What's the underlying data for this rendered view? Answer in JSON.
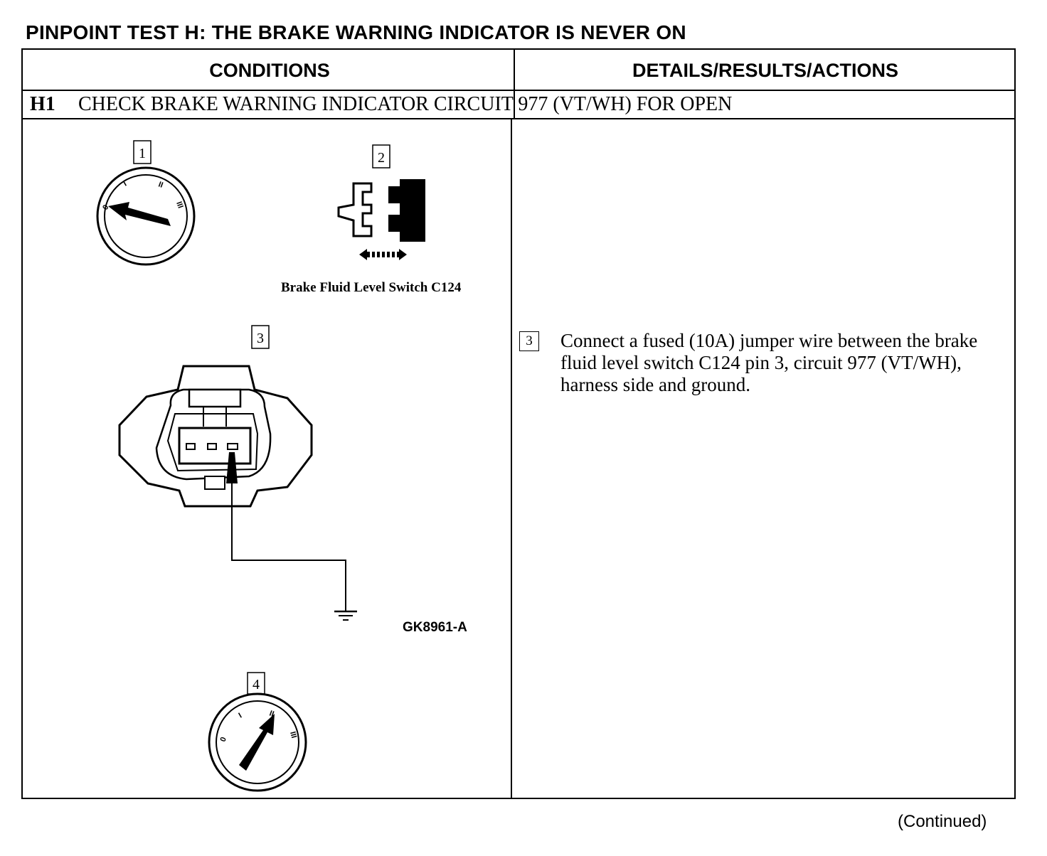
{
  "title": "PINPOINT TEST H: THE BRAKE WARNING INDICATOR IS NEVER ON",
  "table": {
    "headers": {
      "conditions": "CONDITIONS",
      "details": "DETAILS/RESULTS/ACTIONS"
    },
    "step": {
      "id": "H1",
      "title": "CHECK BRAKE WARNING INDICATOR CIRCUIT 977 (VT/WH) FOR OPEN"
    }
  },
  "figure": {
    "callouts": [
      "1",
      "2",
      "3",
      "4"
    ],
    "ignition_positions": [
      "0",
      "I",
      "II",
      "III"
    ],
    "connector_label": "Brake Fluid Level Switch C124",
    "figure_id": "GK8961-A"
  },
  "action": {
    "number": "3",
    "text": "Connect a fused (10A) jumper wire between the brake fluid level switch C124 pin 3, circuit 977 (VT/WH), harness side and ground."
  },
  "footer": {
    "continued": "(Continued)"
  }
}
